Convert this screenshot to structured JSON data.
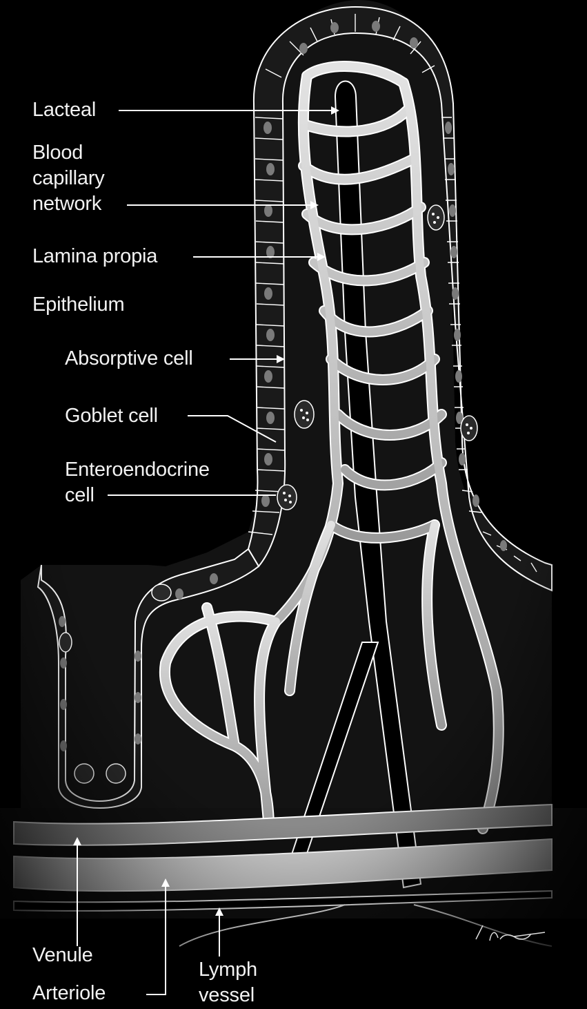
{
  "labels": {
    "lacteal": "Lacteal",
    "blood_capillary_line1": "Blood",
    "blood_capillary_line2": "capillary",
    "blood_capillary_line3": "network",
    "lamina_propia": "Lamina propia",
    "epithelium": "Epithelium",
    "absorptive_cell": "Absorptive cell",
    "goblet_cell": "Goblet cell",
    "enteroendocrine_line1": "Enteroendocrine",
    "enteroendocrine_line2": "cell",
    "venule": "Venule",
    "arteriole": "Arteriole",
    "lymph_line1": "Lymph",
    "lymph_line2": "vessel"
  },
  "colors": {
    "background": "#000000",
    "tissue": "#141414",
    "capillary": "#c4c4c4",
    "lymph": "#000000",
    "outline": "#ffffff",
    "text": "#f2f2f2"
  }
}
